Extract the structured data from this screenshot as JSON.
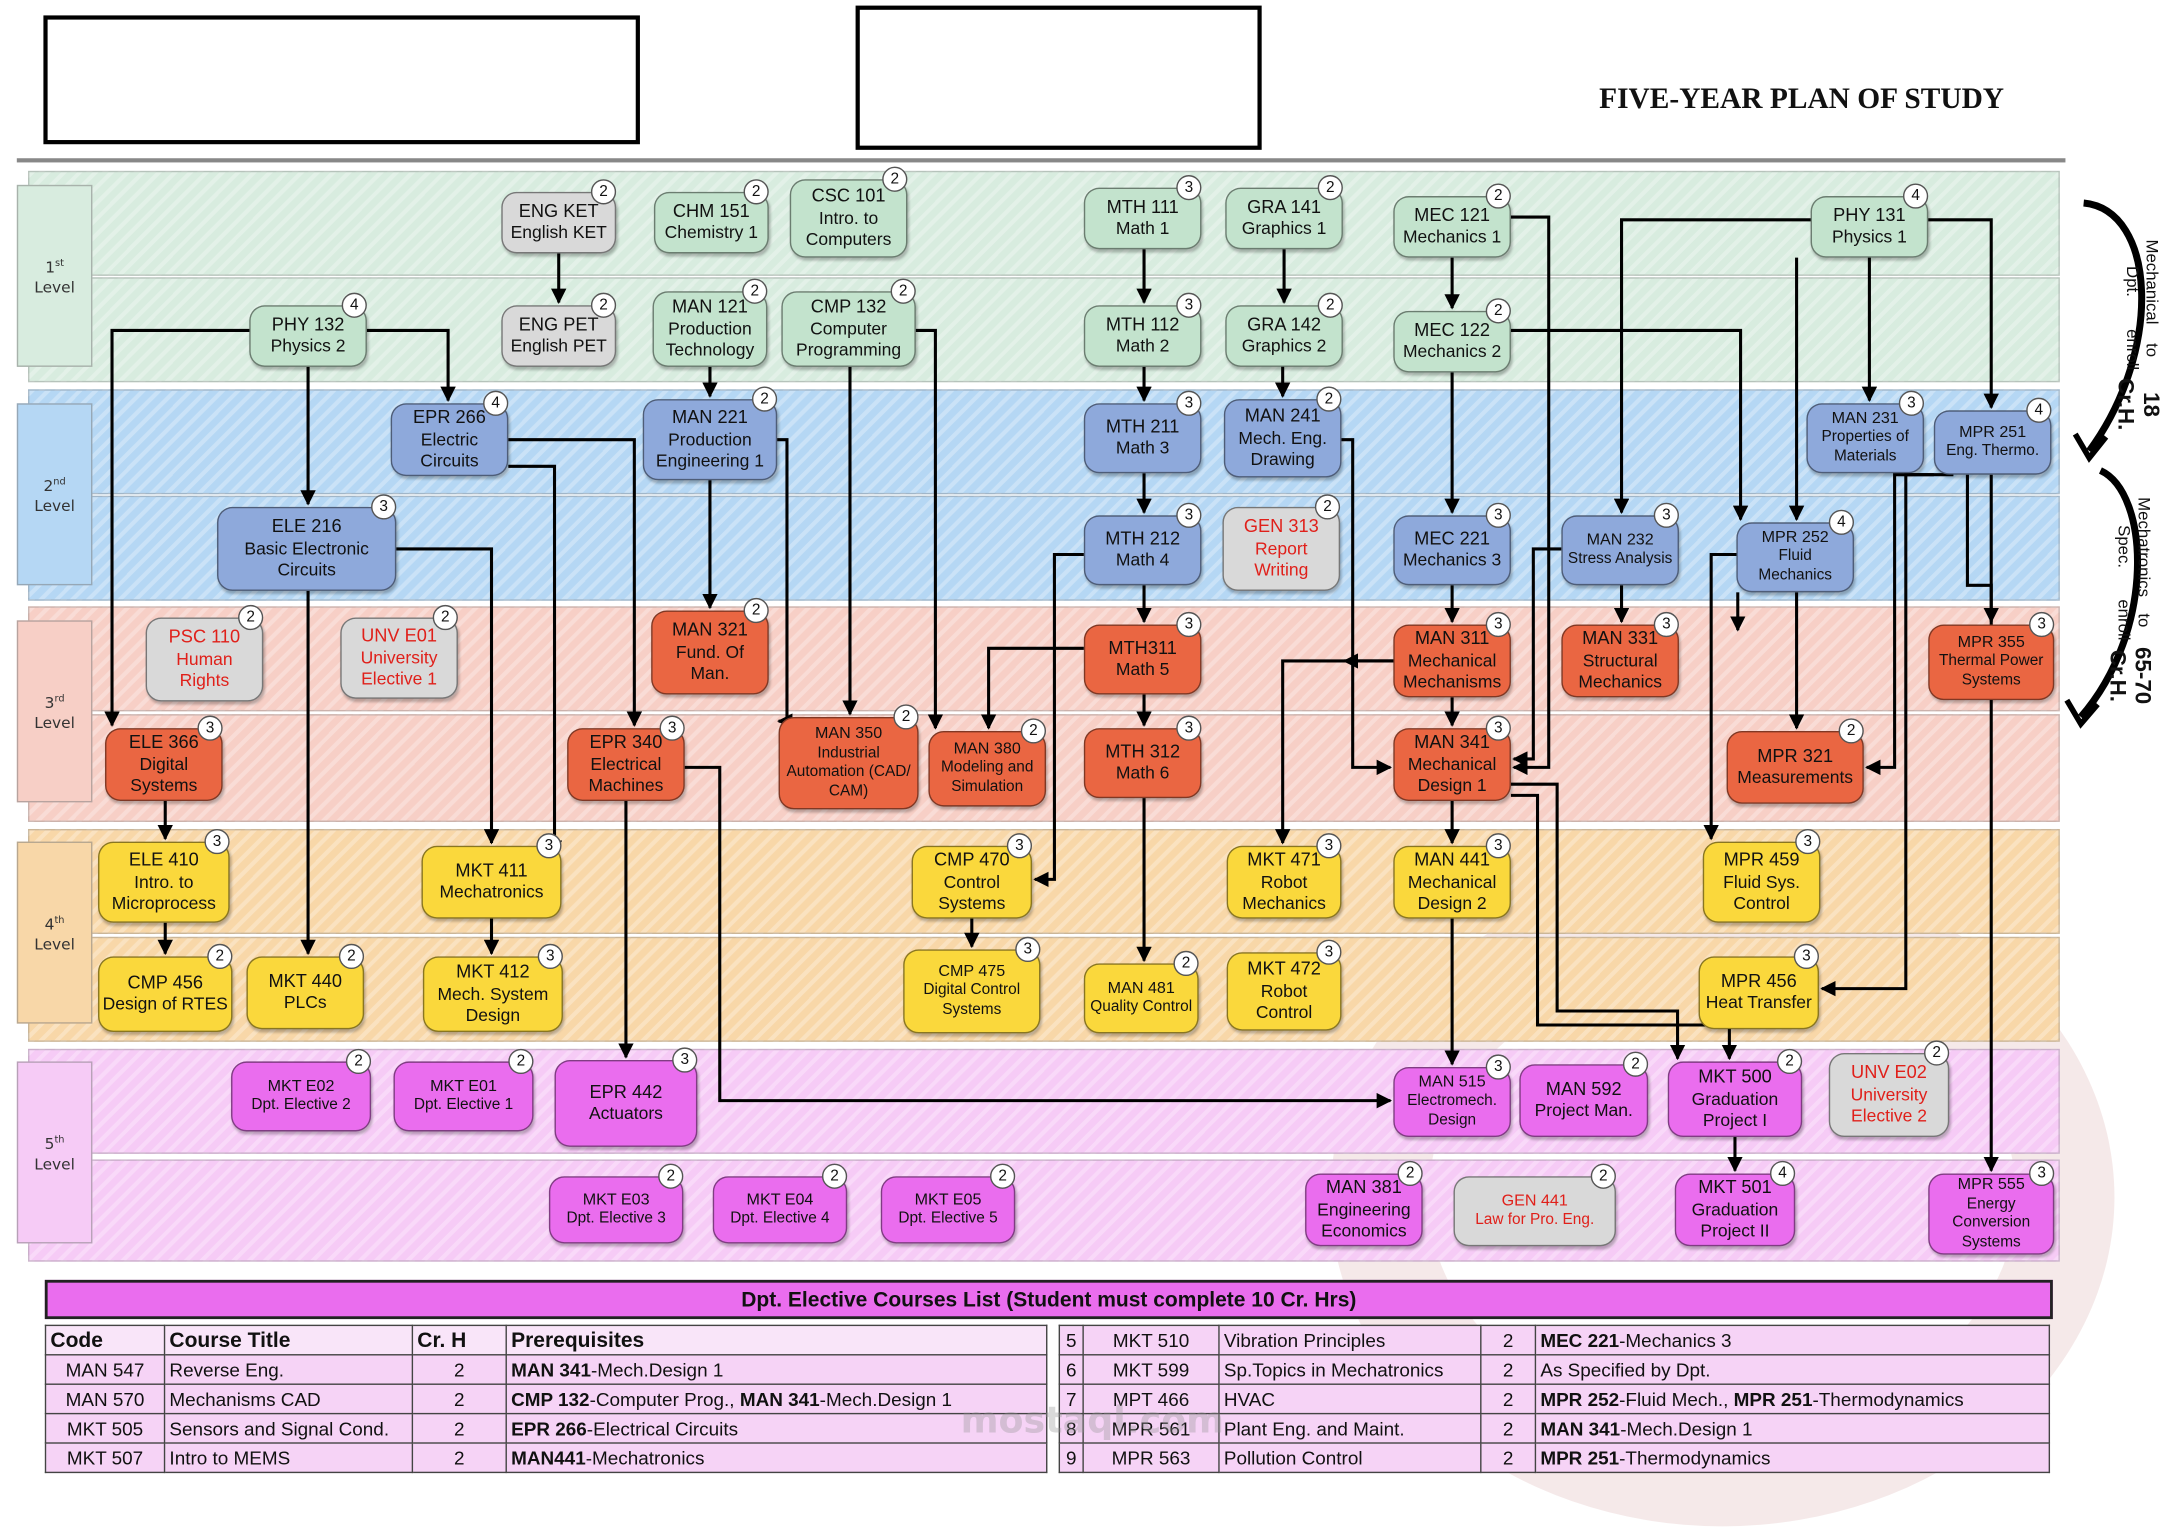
{
  "title": "FIVE-YEAR PLAN OF STUDY",
  "levels": [
    {
      "num": "1",
      "sup": "st",
      "word": "Level"
    },
    {
      "num": "2",
      "sup": "nd",
      "word": "Level"
    },
    {
      "num": "3",
      "sup": "rd",
      "word": "Level"
    },
    {
      "num": "4",
      "sup": "th",
      "word": "Level"
    },
    {
      "num": "5",
      "sup": "th",
      "word": "Level"
    }
  ],
  "side_notes": {
    "note1_main": "18 Cr.H.",
    "note1_sub1": "to enroll",
    "note1_sub2": "Mechanical Dpt.",
    "note2_main": "65-70 Cr.H.",
    "note2_sub1": "to enroll",
    "note2_sub2": "Mechatronics Spec."
  },
  "courses": [
    {
      "id": "engket",
      "code": "ENG KET",
      "name": "English KET",
      "cr": "2",
      "color": "gray"
    },
    {
      "id": "engpet",
      "code": "ENG PET",
      "name": "English PET",
      "cr": "2",
      "color": "gray"
    },
    {
      "id": "chm151",
      "code": "CHM 151",
      "name": "Chemistry 1",
      "cr": "2",
      "color": "green"
    },
    {
      "id": "csc101",
      "code": "CSC 101",
      "name": "Intro. to Computers",
      "cr": "2",
      "color": "green"
    },
    {
      "id": "man121",
      "code": "MAN 121",
      "name": "Production Technology",
      "cr": "2",
      "color": "green"
    },
    {
      "id": "cmp132",
      "code": "CMP 132",
      "name": "Computer Programming",
      "cr": "2",
      "color": "green"
    },
    {
      "id": "mth111",
      "code": "MTH 111",
      "name": "Math 1",
      "cr": "3",
      "color": "green"
    },
    {
      "id": "mth112",
      "code": "MTH 112",
      "name": "Math 2",
      "cr": "3",
      "color": "green"
    },
    {
      "id": "gra141",
      "code": "GRA 141",
      "name": "Graphics 1",
      "cr": "2",
      "color": "green"
    },
    {
      "id": "gra142",
      "code": "GRA 142",
      "name": "Graphics 2",
      "cr": "2",
      "color": "green"
    },
    {
      "id": "mec121",
      "code": "MEC 121",
      "name": "Mechanics 1",
      "cr": "2",
      "color": "green"
    },
    {
      "id": "mec122",
      "code": "MEC 122",
      "name": "Mechanics 2",
      "cr": "2",
      "color": "green"
    },
    {
      "id": "phy131",
      "code": "PHY 131",
      "name": "Physics 1",
      "cr": "4",
      "color": "green"
    },
    {
      "id": "phy132",
      "code": "PHY 132",
      "name": "Physics 2",
      "cr": "4",
      "color": "green"
    },
    {
      "id": "epr266",
      "code": "EPR 266",
      "name": "Electric Circuits",
      "cr": "4",
      "color": "blue"
    },
    {
      "id": "man221",
      "code": "MAN 221",
      "name": "Production Engineering 1",
      "cr": "2",
      "color": "blue"
    },
    {
      "id": "mth211",
      "code": "MTH 211",
      "name": "Math 3",
      "cr": "3",
      "color": "blue"
    },
    {
      "id": "man241",
      "code": "MAN 241",
      "name": "Mech. Eng. Drawing",
      "cr": "2",
      "color": "blue"
    },
    {
      "id": "man231",
      "code": "MAN 231",
      "name": "Properties of Materials",
      "cr": "3",
      "color": "blue"
    },
    {
      "id": "mpr251",
      "code": "MPR 251",
      "name": "Eng. Thermo.",
      "cr": "4",
      "color": "blue"
    },
    {
      "id": "ele216",
      "code": "ELE 216",
      "name": "Basic Electronic Circuits",
      "cr": "3",
      "color": "blue"
    },
    {
      "id": "mth212",
      "code": "MTH 212",
      "name": "Math 4",
      "cr": "3",
      "color": "blue"
    },
    {
      "id": "gen313",
      "code": "GEN 313",
      "name": "Report Writing",
      "cr": "2",
      "color": "gray",
      "red": true
    },
    {
      "id": "mec221",
      "code": "MEC 221",
      "name": "Mechanics 3",
      "cr": "3",
      "color": "blue"
    },
    {
      "id": "man232",
      "code": "MAN 232",
      "name": "Stress Analysis",
      "cr": "3",
      "color": "blue"
    },
    {
      "id": "mpr252",
      "code": "MPR 252",
      "name": "Fluid Mechanics",
      "cr": "4",
      "color": "blue"
    },
    {
      "id": "psc110",
      "code": "PSC 110",
      "name": "Human Rights",
      "cr": "2",
      "color": "gray",
      "red": true
    },
    {
      "id": "unve01",
      "code": "UNV E01",
      "name": "University Elective 1",
      "cr": "2",
      "color": "gray",
      "red": true
    },
    {
      "id": "man321",
      "code": "MAN 321",
      "name": "Fund. Of Man.",
      "cr": "2",
      "color": "orange"
    },
    {
      "id": "mth311",
      "code": "MTH311",
      "name": "Math 5",
      "cr": "3",
      "color": "orange"
    },
    {
      "id": "man311",
      "code": "MAN 311",
      "name": "Mechanical Mechanisms",
      "cr": "3",
      "color": "orange"
    },
    {
      "id": "man331",
      "code": "MAN 331",
      "name": "Structural Mechanics",
      "cr": "3",
      "color": "orange"
    },
    {
      "id": "mpr355",
      "code": "MPR 355",
      "name": "Thermal Power Systems",
      "cr": "3",
      "color": "orange"
    },
    {
      "id": "ele366",
      "code": "ELE 366",
      "name": "Digital Systems",
      "cr": "3",
      "color": "orange"
    },
    {
      "id": "epr340",
      "code": "EPR 340",
      "name": "Electrical Machines",
      "cr": "3",
      "color": "orange"
    },
    {
      "id": "man350",
      "code": "MAN 350",
      "name": "Industrial Automation (CAD/ CAM)",
      "cr": "2",
      "color": "orange"
    },
    {
      "id": "man380",
      "code": "MAN 380",
      "name": "Modeling and Simulation",
      "cr": "2",
      "color": "orange"
    },
    {
      "id": "mth312",
      "code": "MTH 312",
      "name": "Math 6",
      "cr": "3",
      "color": "orange"
    },
    {
      "id": "man341",
      "code": "MAN 341",
      "name": "Mechanical Design 1",
      "cr": "3",
      "color": "orange"
    },
    {
      "id": "mpr321",
      "code": "MPR 321",
      "name": "Measurements",
      "cr": "2",
      "color": "orange"
    },
    {
      "id": "ele410",
      "code": "ELE 410",
      "name": "Intro. to Microprocess",
      "cr": "3",
      "color": "yellow"
    },
    {
      "id": "mkt411",
      "code": "MKT 411",
      "name": "Mechatronics",
      "cr": "3",
      "color": "yellow"
    },
    {
      "id": "cmp470",
      "code": "CMP 470",
      "name": "Control Systems",
      "cr": "3",
      "color": "yellow"
    },
    {
      "id": "mkt471",
      "code": "MKT 471",
      "name": "Robot Mechanics",
      "cr": "3",
      "color": "yellow"
    },
    {
      "id": "man441",
      "code": "MAN 441",
      "name": "Mechanical Design 2",
      "cr": "3",
      "color": "yellow"
    },
    {
      "id": "mpr459",
      "code": "MPR 459",
      "name": "Fluid Sys. Control",
      "cr": "3",
      "color": "yellow"
    },
    {
      "id": "cmp456",
      "code": "CMP 456",
      "name": "Design of RTES",
      "cr": "2",
      "color": "yellow"
    },
    {
      "id": "mkt440",
      "code": "MKT 440",
      "name": "PLCs",
      "cr": "2",
      "color": "yellow"
    },
    {
      "id": "mkt412",
      "code": "MKT 412",
      "name": "Mech. System Design",
      "cr": "3",
      "color": "yellow"
    },
    {
      "id": "cmp475",
      "code": "CMP 475",
      "name": "Digital Control Systems",
      "cr": "3",
      "color": "yellow"
    },
    {
      "id": "man481",
      "code": "MAN 481",
      "name": "Quality Control",
      "cr": "2",
      "color": "yellow"
    },
    {
      "id": "mkt472",
      "code": "MKT 472",
      "name": "Robot Control",
      "cr": "3",
      "color": "yellow"
    },
    {
      "id": "mpr456",
      "code": "MPR 456",
      "name": "Heat Transfer",
      "cr": "3",
      "color": "yellow"
    },
    {
      "id": "mkte02",
      "code": "MKT E02",
      "name": "Dpt. Elective 2",
      "cr": "2",
      "color": "pink"
    },
    {
      "id": "mkte01",
      "code": "MKT E01",
      "name": "Dpt. Elective 1",
      "cr": "2",
      "color": "pink"
    },
    {
      "id": "epr442",
      "code": "EPR 442",
      "name": "Actuators",
      "cr": "3",
      "color": "pink"
    },
    {
      "id": "man515",
      "code": "MAN 515",
      "name": "Electromech. Design",
      "cr": "3",
      "color": "pink"
    },
    {
      "id": "man592",
      "code": "MAN 592",
      "name": "Project Man.",
      "cr": "2",
      "color": "pink"
    },
    {
      "id": "mkt500",
      "code": "MKT 500",
      "name": "Graduation Project I",
      "cr": "2",
      "color": "pink"
    },
    {
      "id": "unve02",
      "code": "UNV E02",
      "name": "University Elective 2",
      "cr": "2",
      "color": "gray",
      "red": true
    },
    {
      "id": "mkte03",
      "code": "MKT E03",
      "name": "Dpt. Elective 3",
      "cr": "2",
      "color": "pink"
    },
    {
      "id": "mkte04",
      "code": "MKT E04",
      "name": "Dpt. Elective 4",
      "cr": "2",
      "color": "pink"
    },
    {
      "id": "mkte05",
      "code": "MKT E05",
      "name": "Dpt. Elective 5",
      "cr": "2",
      "color": "pink"
    },
    {
      "id": "man381",
      "code": "MAN 381",
      "name": "Engineering Economics",
      "cr": "2",
      "color": "pink"
    },
    {
      "id": "gen441",
      "code": "GEN 441",
      "name": "Law for Pro. Eng.",
      "cr": "2",
      "color": "gray",
      "red": true
    },
    {
      "id": "mkt501",
      "code": "MKT 501",
      "name": "Graduation Project II",
      "cr": "4",
      "color": "pink"
    },
    {
      "id": "mpr555",
      "code": "MPR 555",
      "name": "Energy Conversion Systems",
      "cr": "3",
      "color": "pink"
    }
  ],
  "colors": {
    "green": "#c3e3cd",
    "gray": "#d9d9d9",
    "blue": "#8ea9db",
    "orange": "#ea6642",
    "yellow": "#fad83c",
    "pink": "#ea6dee",
    "band1": "#d8ecdf",
    "band2": "#b5d7f4",
    "band3": "#f7cfc6",
    "band4": "#f8d7a8",
    "band5": "#f6cbf6"
  },
  "electives": {
    "heading": "Dpt. Elective Courses List (Student must complete 10 Cr. Hrs)",
    "columns": [
      "Code",
      "Course Title",
      "Cr. H",
      "Prerequisites"
    ],
    "left_rows": [
      {
        "code": "MAN 547",
        "title": "Reverse Eng.",
        "cr": "2",
        "pre": [
          {
            "b": "",
            "t": ""
          }
        ]
      },
      {
        "code": "MAN 570",
        "title": "Mechanisms CAD",
        "cr": "2",
        "pre": [
          {
            "b": "CMP 132",
            "t": "-Computer Prog., "
          },
          {
            "b": "MAN 341",
            "t": "-Mech.Design 1"
          }
        ]
      },
      {
        "code": "MKT 505",
        "title": "Sensors and Signal Cond.",
        "cr": "2",
        "pre": [
          {
            "b": "EPR 266",
            "t": "-Electrical Circuits"
          }
        ]
      },
      {
        "code": "MKT 507",
        "title": "Intro to MEMS",
        "cr": "2",
        "pre": [
          {
            "b": "MAN441",
            "t": "-Mechatronics"
          }
        ]
      }
    ],
    "left_first_pre": {
      "b": "MAN 341",
      "t": "-Mech.Design 1"
    },
    "right_rows": [
      {
        "n": "5",
        "code": "MKT 510",
        "title": "Vibration Principles",
        "cr": "2",
        "pre": [
          {
            "b": "MEC 221",
            "t": "-Mechanics 3"
          }
        ]
      },
      {
        "n": "6",
        "code": "MKT 599",
        "title": "Sp.Topics in Mechatronics",
        "cr": "2",
        "pre": [
          {
            "b": "",
            "t": "As Specified by Dpt."
          }
        ]
      },
      {
        "n": "7",
        "code": "MPT 466",
        "title": "HVAC",
        "cr": "2",
        "pre": [
          {
            "b": "MPR 252",
            "t": "-Fluid Mech., "
          },
          {
            "b": "MPR 251",
            "t": "-Thermodynamics"
          }
        ]
      },
      {
        "n": "8",
        "code": "MPR 561",
        "title": "Plant Eng. and Maint.",
        "cr": "2",
        "pre": [
          {
            "b": "MAN 341",
            "t": "-Mech.Design 1"
          }
        ]
      },
      {
        "n": "9",
        "code": "MPR 563",
        "title": "Pollution Control",
        "cr": "2",
        "pre": [
          {
            "b": "MPR 251",
            "t": "-Thermodynamics"
          }
        ]
      }
    ]
  },
  "watermark": "mostaql.com"
}
